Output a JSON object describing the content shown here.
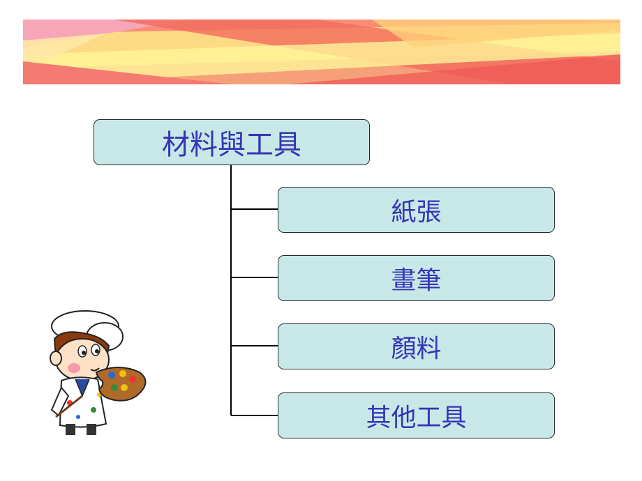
{
  "title": "材料與工具",
  "items": [
    {
      "label": "紙張"
    },
    {
      "label": "畫筆"
    },
    {
      "label": "顏料"
    },
    {
      "label": "其他工具"
    }
  ],
  "colors": {
    "box_fill": "#c8e8e8",
    "text": "#3535b5",
    "connector": "#000000"
  },
  "icons": [
    "decorative-banner",
    "painter-clipart"
  ]
}
